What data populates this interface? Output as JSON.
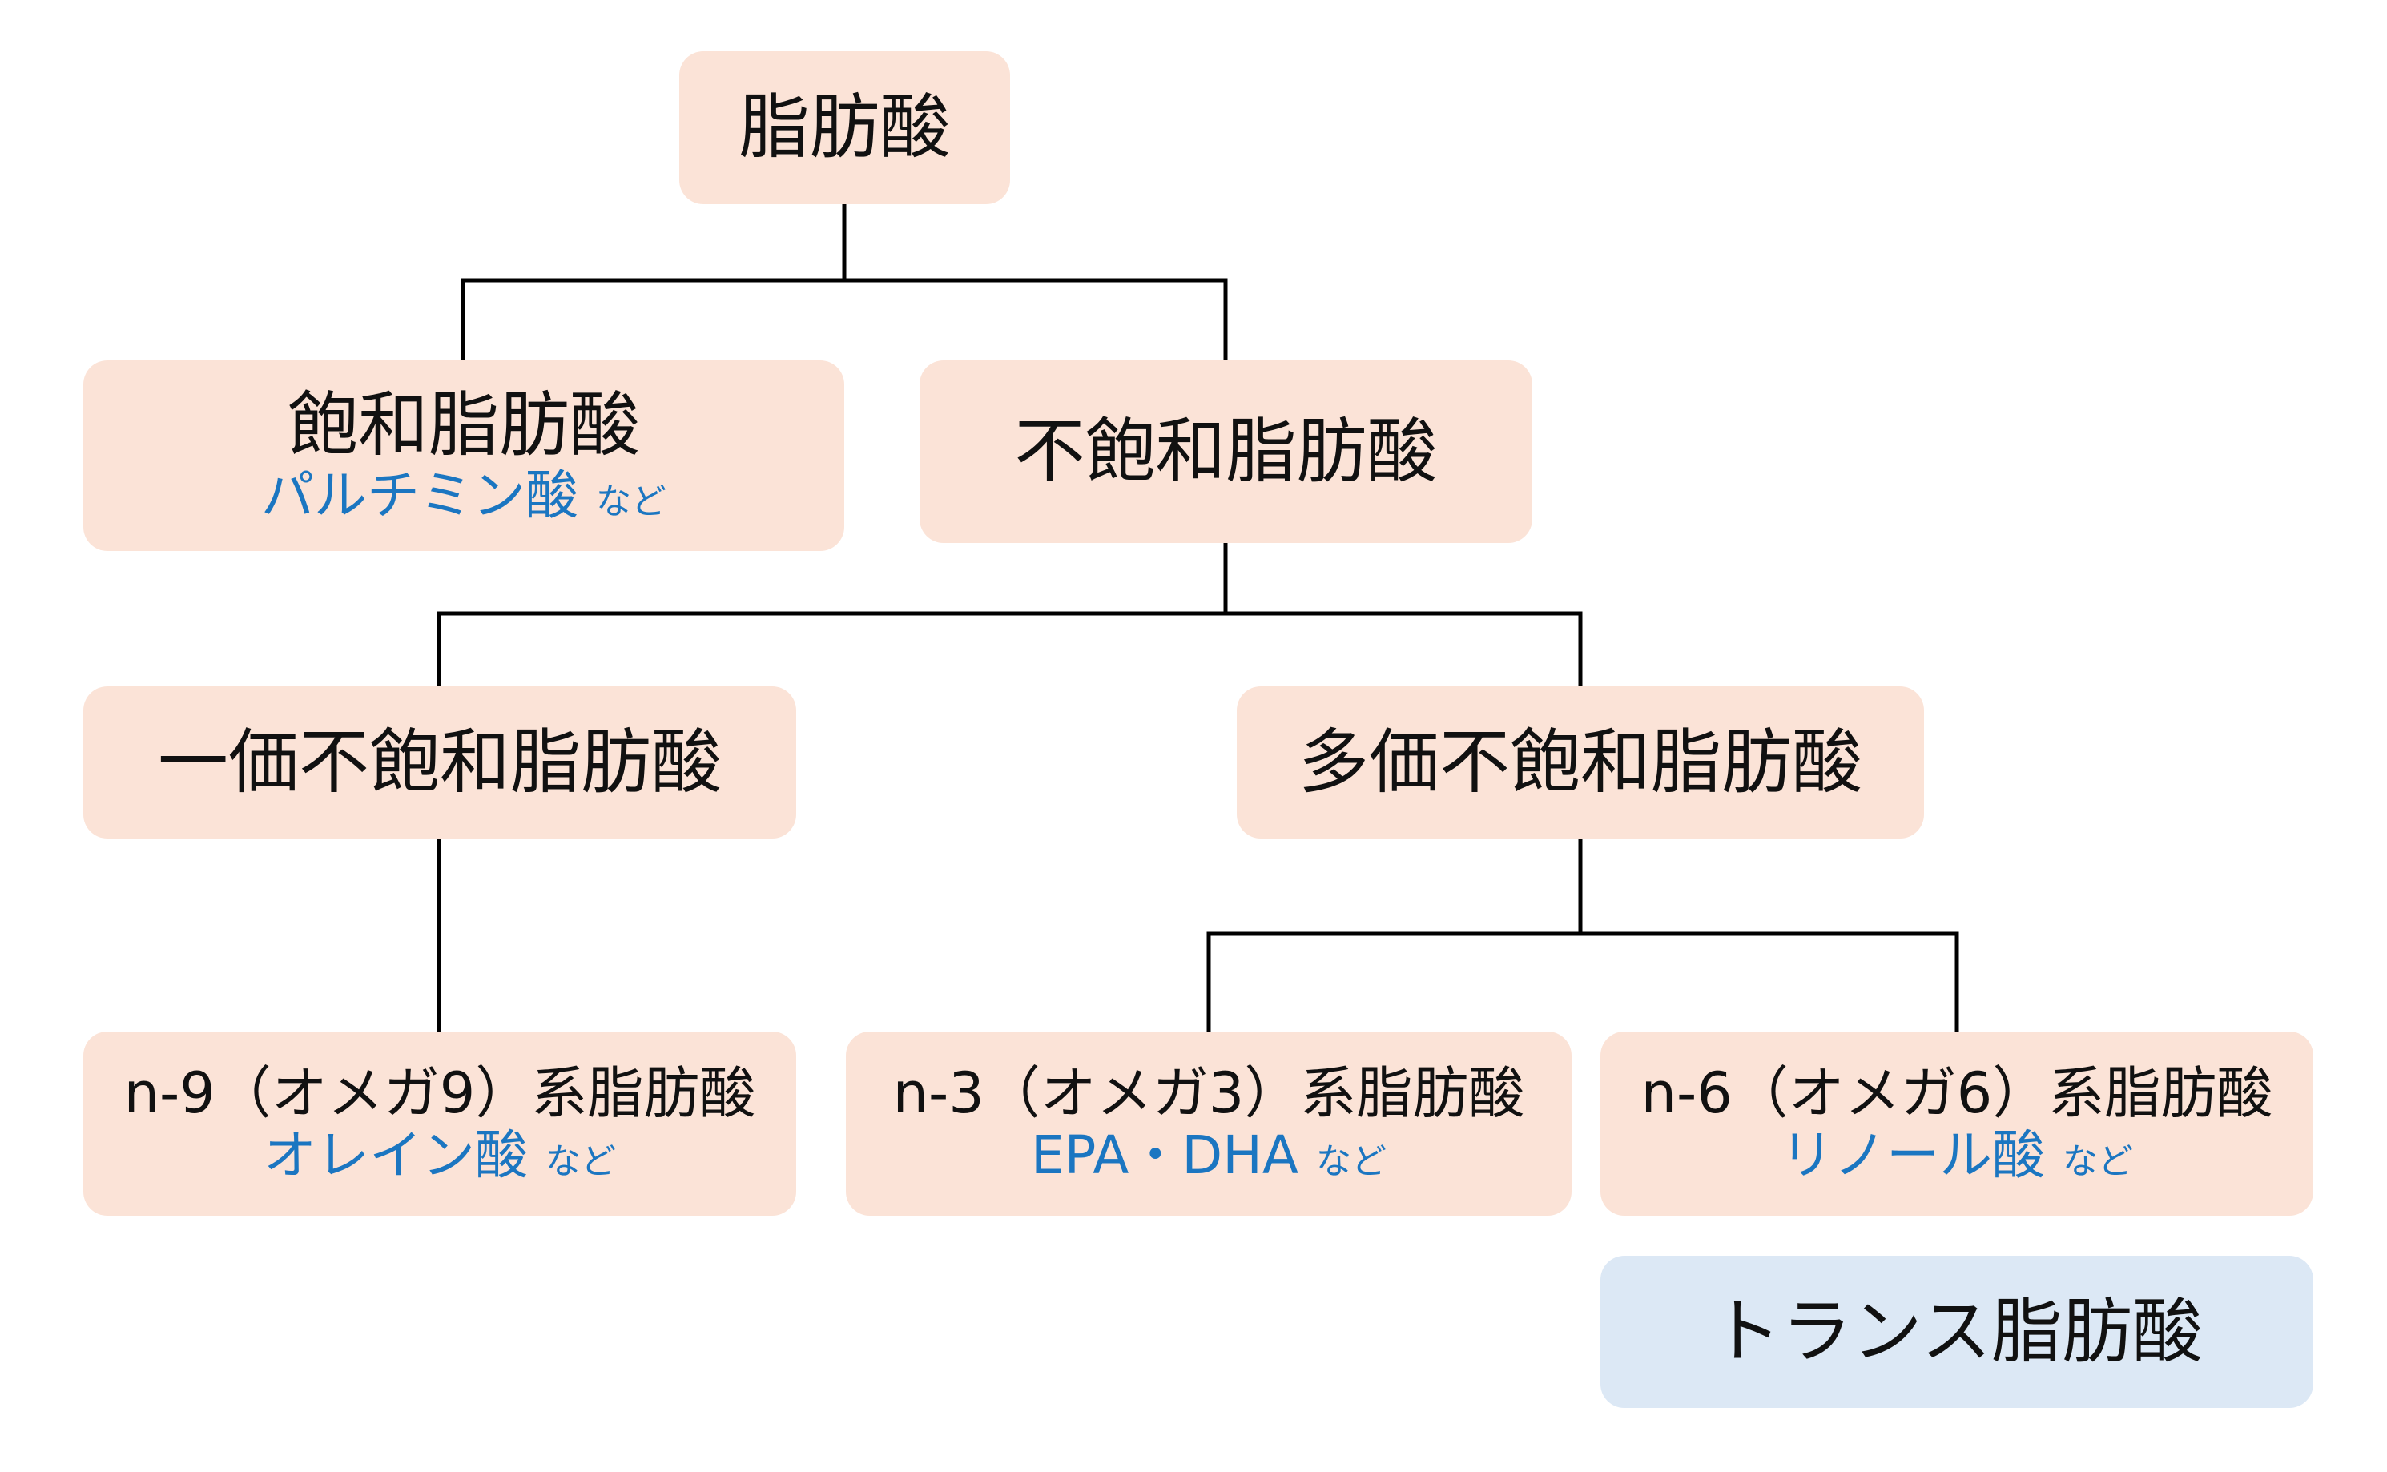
{
  "colors": {
    "node_fill": "#fbe3d7",
    "trans_fill": "#dce8f5",
    "example_text": "#1b76c1",
    "main_text": "#111111",
    "connector": "#000000"
  },
  "nodes": {
    "root": {
      "label": "脂肪酸"
    },
    "saturated": {
      "label": "飽和脂肪酸",
      "example": "パルチミン酸",
      "suffix": "など"
    },
    "unsaturated": {
      "label": "不飽和脂肪酸"
    },
    "monounsaturated": {
      "label": "一価不飽和脂肪酸"
    },
    "polyunsaturated": {
      "label": "多価不飽和脂肪酸"
    },
    "n9": {
      "label": "n-9（オメガ9）系脂肪酸",
      "example": "オレイン酸",
      "suffix": "など"
    },
    "n3": {
      "label": "n-3（オメガ3）系脂肪酸",
      "example": "EPA・DHA",
      "suffix": "など"
    },
    "n6": {
      "label": "n-6（オメガ6）系脂肪酸",
      "example": "リノール酸",
      "suffix": "など"
    },
    "trans": {
      "label": "トランス脂肪酸"
    }
  }
}
